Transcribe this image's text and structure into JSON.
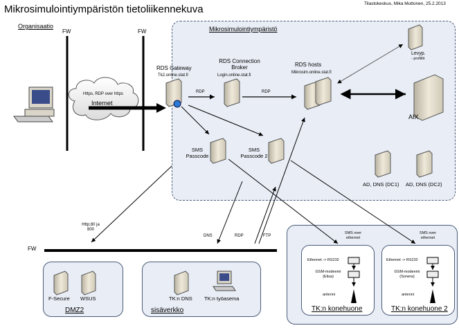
{
  "header": {
    "title": "Mikrosimulointiympäristön tietoliikennekuva",
    "author_date": "Tilastokeskus, Mika Muttonen, 25.2.2013"
  },
  "zones": {
    "organisaatio": "Organisaatio",
    "mikrosimulointi": "Mikrosimulointiympäristö",
    "dmz2": "DMZ2",
    "sisaverkko": "sisäverkko",
    "konehuone1": "TK:n konehuone",
    "konehuone2": "TK:n konehuone 2"
  },
  "firewalls": {
    "fw1": "FW",
    "fw2": "FW",
    "fw3": "FW"
  },
  "cloud": {
    "small": "Https, RDP over https",
    "label": "Internet"
  },
  "nodes": {
    "rds_gateway": {
      "name": "RDS Gateway",
      "host": "Tk2.online.stat.fi"
    },
    "rds_broker": {
      "name": "RDS Connection Broker",
      "host": "Login.online.stat.fi"
    },
    "rds_hosts": {
      "name": "RDS hosts",
      "host": "Mikrosim.online.stat.fi"
    },
    "levyp": {
      "name": "Levyp.",
      "sub": "- profiilit"
    },
    "aix": "AIX",
    "sms_passcode": "SMS Passcode",
    "sms_passcode2": "SMS Passcode 2",
    "dc1": "AD, DNS (DC1)",
    "dc2": "AD, DNS (DC2)",
    "fsecure": "F-Secure",
    "wsus": "WSUS",
    "tk_dns": "TK:n DNS",
    "tk_tyoasema": "TK:n työasema"
  },
  "edge_labels": {
    "rdp1": "RDP",
    "rdp2": "RDP",
    "http": "Http;80 ja 800",
    "dns": "DNS",
    "rdp3": "RDP",
    "ftp": "FTP",
    "sms1": "SMS over ethernet",
    "sms2": "SMS over ethernet"
  },
  "konehuone": {
    "eth1": "Ethernet -> RS232",
    "gsm1": "GSM-modeemi (Elisa)",
    "ant1": "antenni",
    "eth2": "Ethernet -> RS232",
    "gsm2": "GSM-modeemi (Sonera)",
    "ant2": "antenni"
  }
}
